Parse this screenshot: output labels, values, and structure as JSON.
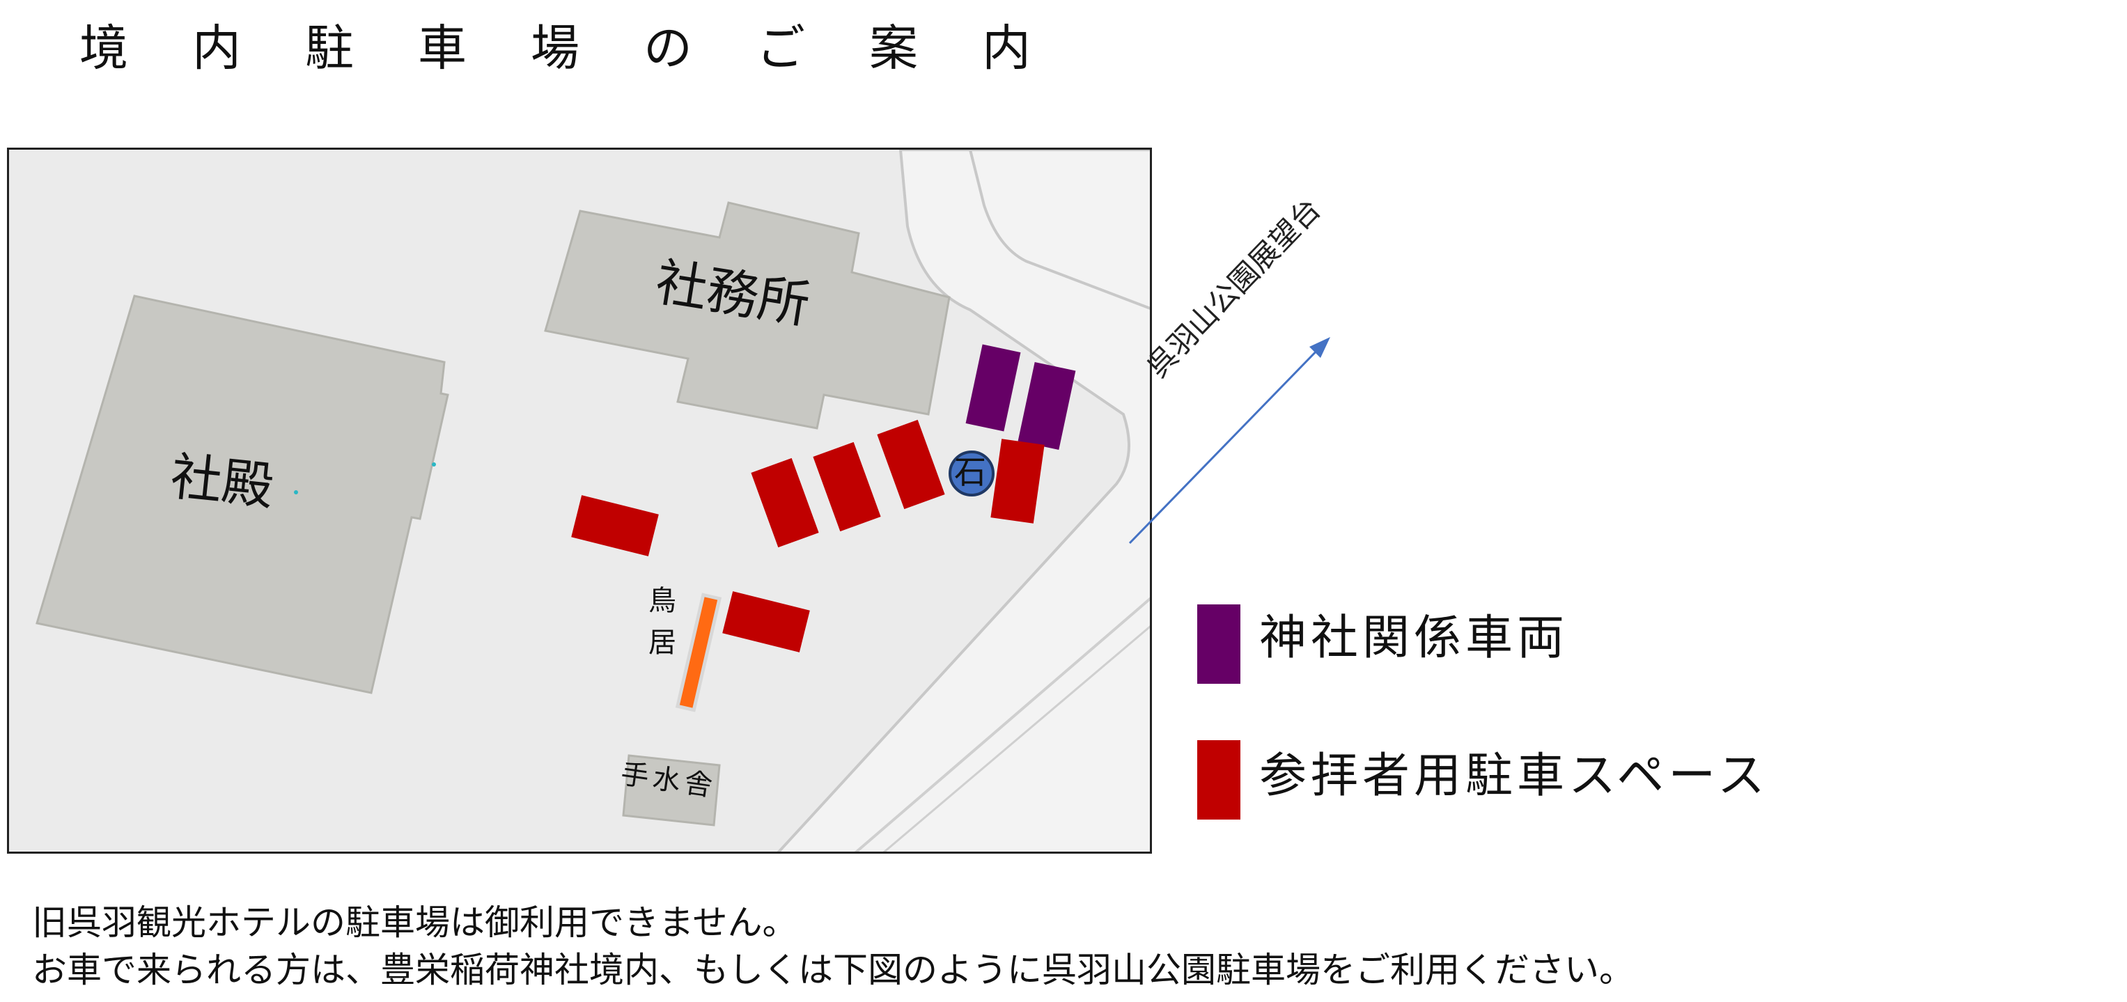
{
  "title": "境内駐車場のご案内",
  "map": {
    "labels": {
      "main_hall": "社殿",
      "office": "社務所",
      "torii": [
        "鳥",
        "居"
      ],
      "purification": "手水舎",
      "stone": "石"
    },
    "direction_label": "呉羽山公園展望台"
  },
  "legend": [
    {
      "label": "神社関係車両",
      "color": "#660066"
    },
    {
      "label": "参拝者用駐車スペース",
      "color": "#c00000"
    }
  ],
  "notice": [
    "旧呉羽観光ホテルの駐車場は御利用できません。",
    "お車で来られる方は、豊栄稲荷神社境内、もしくは下図のように呉羽山公園駐車場をご利用ください。"
  ],
  "colors": {
    "map_background": "#ebebeb",
    "building": "#c8c8c3",
    "road": "#f3f3f3",
    "torii": "#ff6a13",
    "stone": "#4472c4",
    "arrow": "#4472c4"
  }
}
